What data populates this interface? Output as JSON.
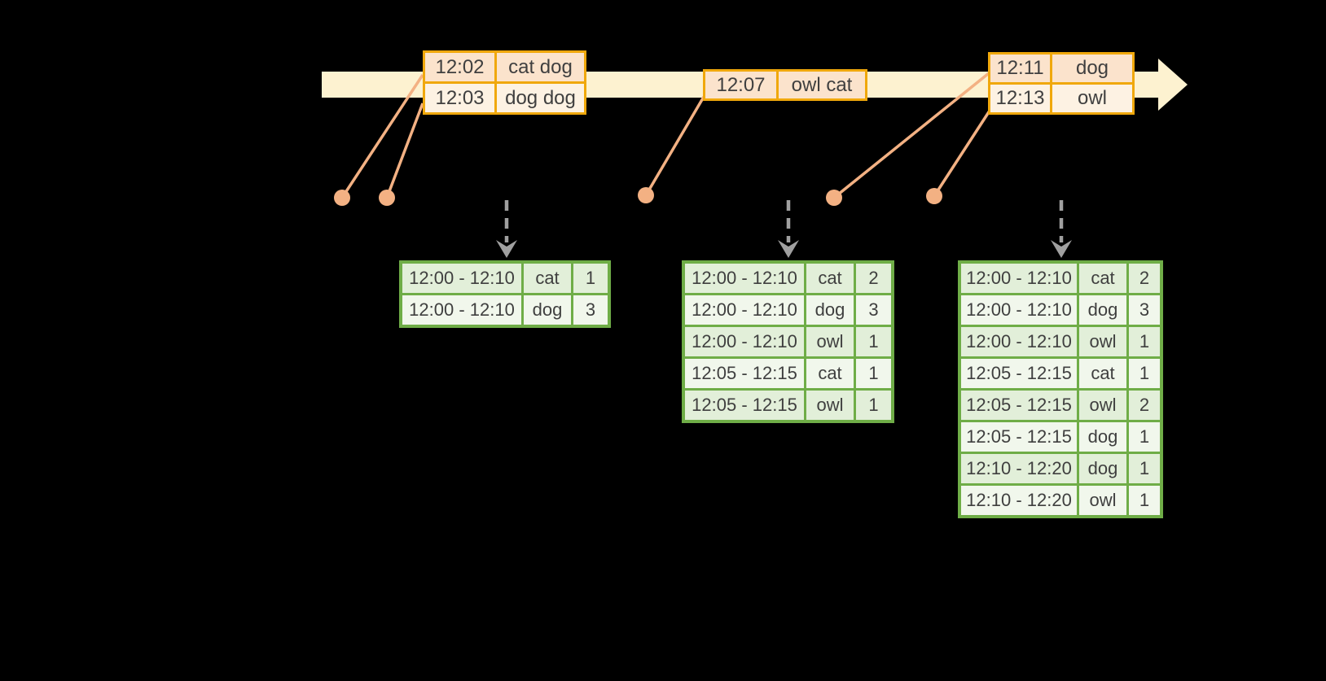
{
  "colors": {
    "background": "#000000",
    "band": "#FDF2D0",
    "gold": "#F0A80C",
    "peach": "#FBE3CC",
    "peachlight": "#FDF2E3",
    "salmon": "#F3B183",
    "gray": "#A0A0A0",
    "green": "#6FAD47",
    "greenrowa": "#E2EFD9",
    "greenrowb": "#F1F7EC",
    "text": "#3F3F3F"
  },
  "timeline": {
    "direction": "left-to-right"
  },
  "event_tables": [
    {
      "rows": [
        [
          "12:02",
          "cat dog"
        ],
        [
          "12:03",
          "dog dog"
        ]
      ]
    },
    {
      "rows": [
        [
          "12:07",
          "owl cat"
        ]
      ]
    },
    {
      "rows": [
        [
          "12:11",
          "dog"
        ],
        [
          "12:13",
          "owl"
        ]
      ]
    }
  ],
  "result_tables": [
    {
      "rows": [
        [
          "12:00 - 12:10",
          "cat",
          "1"
        ],
        [
          "12:00 - 12:10",
          "dog",
          "3"
        ]
      ]
    },
    {
      "rows": [
        [
          "12:00 - 12:10",
          "cat",
          "2"
        ],
        [
          "12:00 - 12:10",
          "dog",
          "3"
        ],
        [
          "12:00 - 12:10",
          "owl",
          "1"
        ],
        [
          "12:05 - 12:15",
          "cat",
          "1"
        ],
        [
          "12:05 - 12:15",
          "owl",
          "1"
        ]
      ]
    },
    {
      "rows": [
        [
          "12:00 - 12:10",
          "cat",
          "2"
        ],
        [
          "12:00 - 12:10",
          "dog",
          "3"
        ],
        [
          "12:00 - 12:10",
          "owl",
          "1"
        ],
        [
          "12:05 - 12:15",
          "cat",
          "1"
        ],
        [
          "12:05 - 12:15",
          "owl",
          "2"
        ],
        [
          "12:05 - 12:15",
          "dog",
          "1"
        ],
        [
          "12:10 - 12:20",
          "dog",
          "1"
        ],
        [
          "12:10 - 12:20",
          "owl",
          "1"
        ]
      ]
    }
  ]
}
